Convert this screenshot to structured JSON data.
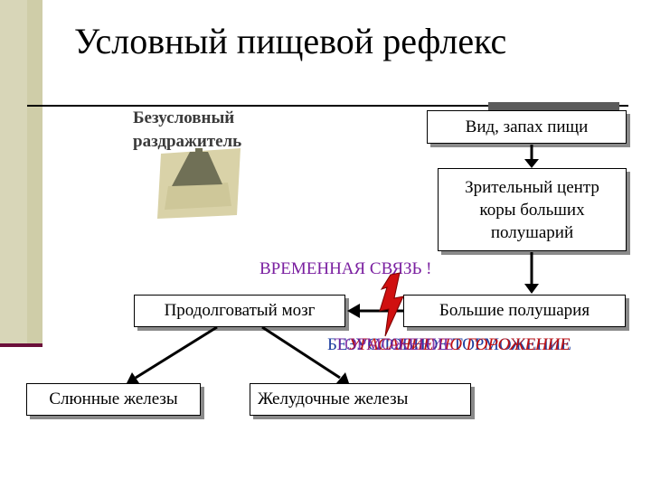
{
  "title": "Условный пищевой рефлекс",
  "stimulus": {
    "line1": "Безусловный",
    "line2": "раздражитель",
    "icon": "bell-icon"
  },
  "nodes": {
    "sight_smell": "Вид, запах  пищи",
    "visual_center": [
      "Зрительный центр",
      "коры больших",
      "полушарий"
    ],
    "medulla": "Продолговатый мозг",
    "hemispheres": "Большие полушария",
    "salivary": "Слюнные железы",
    "gastric": "Желудочные железы"
  },
  "temporary_connection": "ВРЕМЕННАЯ  СВЯЗЬ !",
  "inhibition_overlay": [
    "БЕЗУСЛОВНОЕ ТОРМОЖЕНИЕ",
    "УГАСАНИЕ ПО ГОРОЖЕНИЕ",
    "ТОРМОЖЕНИЕ"
  ],
  "colors": {
    "connection": "#7a1fa0",
    "lightning": "#d01010",
    "sidebar": "#d8d6b8"
  }
}
